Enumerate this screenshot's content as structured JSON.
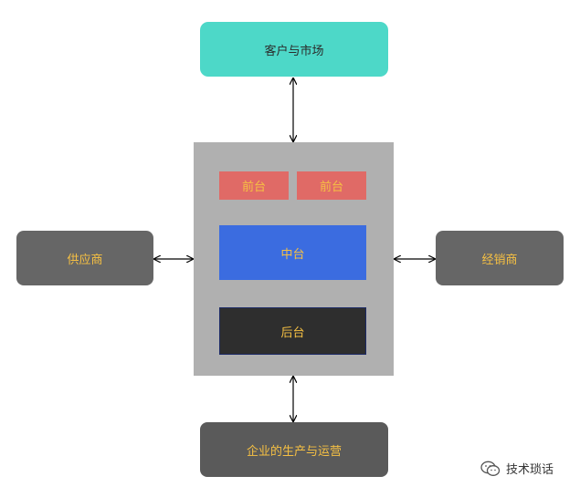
{
  "nodes": {
    "customer": "客户与市场",
    "front_1": "前台",
    "front_2": "前台",
    "middle": "中台",
    "back": "后台",
    "supplier": "供应商",
    "dealer": "经销商",
    "enterprise": "企业的生产与运营"
  },
  "watermark": {
    "text": "技术琐话",
    "icon": "wechat-icon"
  },
  "colors": {
    "customer": "#4dd8c8",
    "platform": "#b0b0b0",
    "front": "#e06a66",
    "middle": "#3b6ce0",
    "back": "#2e2e2e",
    "side": "#666666",
    "enterprise": "#5a5a5a",
    "label": "#f6c043"
  }
}
